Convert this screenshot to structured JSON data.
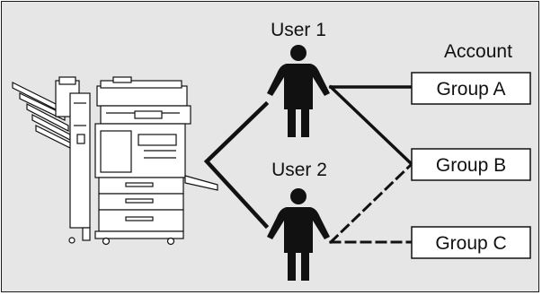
{
  "diagram": {
    "users": [
      {
        "label": "User 1"
      },
      {
        "label": "User 2"
      }
    ],
    "account_heading": "Account",
    "groups": [
      {
        "label": "Group A"
      },
      {
        "label": "Group B"
      },
      {
        "label": "Group C"
      }
    ],
    "links": [
      {
        "from": "User 1",
        "to": "Group A",
        "style": "solid"
      },
      {
        "from": "User 1",
        "to": "Group B",
        "style": "solid"
      },
      {
        "from": "User 2",
        "to": "Group B",
        "style": "dashed"
      },
      {
        "from": "User 2",
        "to": "Group C",
        "style": "dashed"
      }
    ],
    "colors": {
      "background": "#e6e6e6",
      "line": "#111111",
      "box_fill": "#ffffff"
    },
    "device_icon": "multifunction-printer-icon",
    "person_icon": "person-icon"
  }
}
